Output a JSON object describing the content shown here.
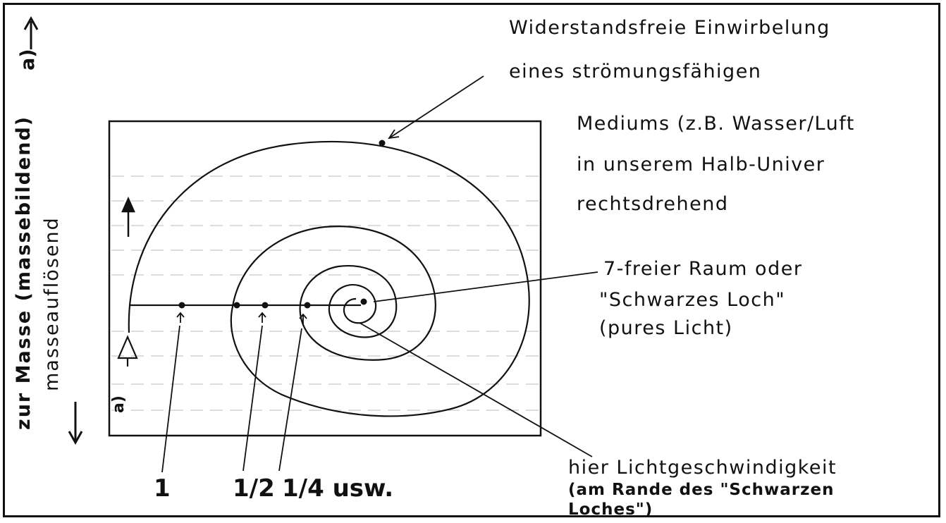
{
  "left_axis": {
    "label_main": "zur Masse (massebildend)",
    "label_sub": "masseauflösend",
    "marker": "a)"
  },
  "annotation_top": {
    "line1": "Widerstandsfreie Einwirbelung",
    "line2": "eines strömungsfähigen",
    "line3": "Mediums (z.B. Wasser/Luft",
    "line4": "in unserem Halb-Univer",
    "line5": "rechtsdrehend"
  },
  "annotation_center": {
    "line1": "7-freier Raum oder",
    "line2": "\"Schwarzes Loch\"",
    "line3": "(pures Licht)"
  },
  "annotation_bottom": {
    "line1": "hier Lichtgeschwindigkeit",
    "line2": "(am Rande des \"Schwarzen",
    "line3": "Loches\")"
  },
  "fraction_labels": {
    "one": "1",
    "half": "1/2",
    "quarter": "1/4 usw."
  },
  "diagram_marker": "a)"
}
